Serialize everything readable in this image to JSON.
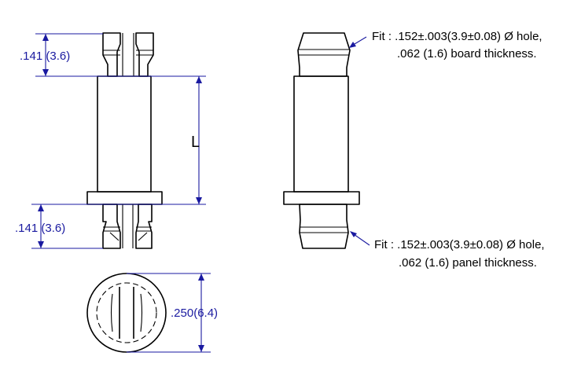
{
  "colors": {
    "dimension": "#1a1aa0",
    "outline": "#000000",
    "background": "#ffffff"
  },
  "dimensions": {
    "top_height": ".141 (3.6)",
    "bottom_height": ".141 (3.6)",
    "length": "L",
    "diameter": ".250(6.4)"
  },
  "notes": {
    "board_fit_line1": "Fit : .152±.003(3.9±0.08) Ø hole,",
    "board_fit_line2": ".062 (1.6) board thickness.",
    "panel_fit_line1": "Fit : .152±.003(3.9±0.08) Ø hole,",
    "panel_fit_line2": ".062 (1.6) panel thickness."
  }
}
